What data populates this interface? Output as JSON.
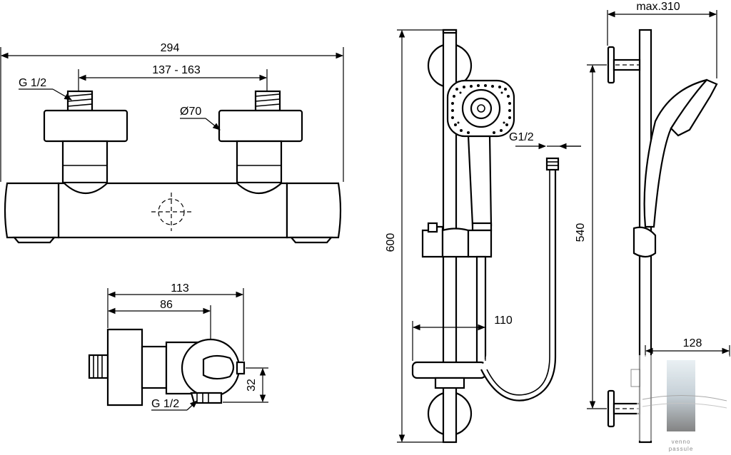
{
  "dimensions": {
    "overall_width": "294",
    "centres": "137 - 163",
    "inlet_thread": "G 1/2",
    "cover_diameter": "Ø70",
    "depth_total": "113",
    "depth_axis": "86",
    "outlet_height": "32",
    "outlet_thread": "G 1/2",
    "rail_height": "600",
    "hose_thread": "G1/2",
    "projection": "110",
    "bracket_distance": "540",
    "max_projection": "max.310",
    "wall_offset": "128"
  },
  "watermark": {
    "line1": "venno",
    "line2": "passule"
  }
}
